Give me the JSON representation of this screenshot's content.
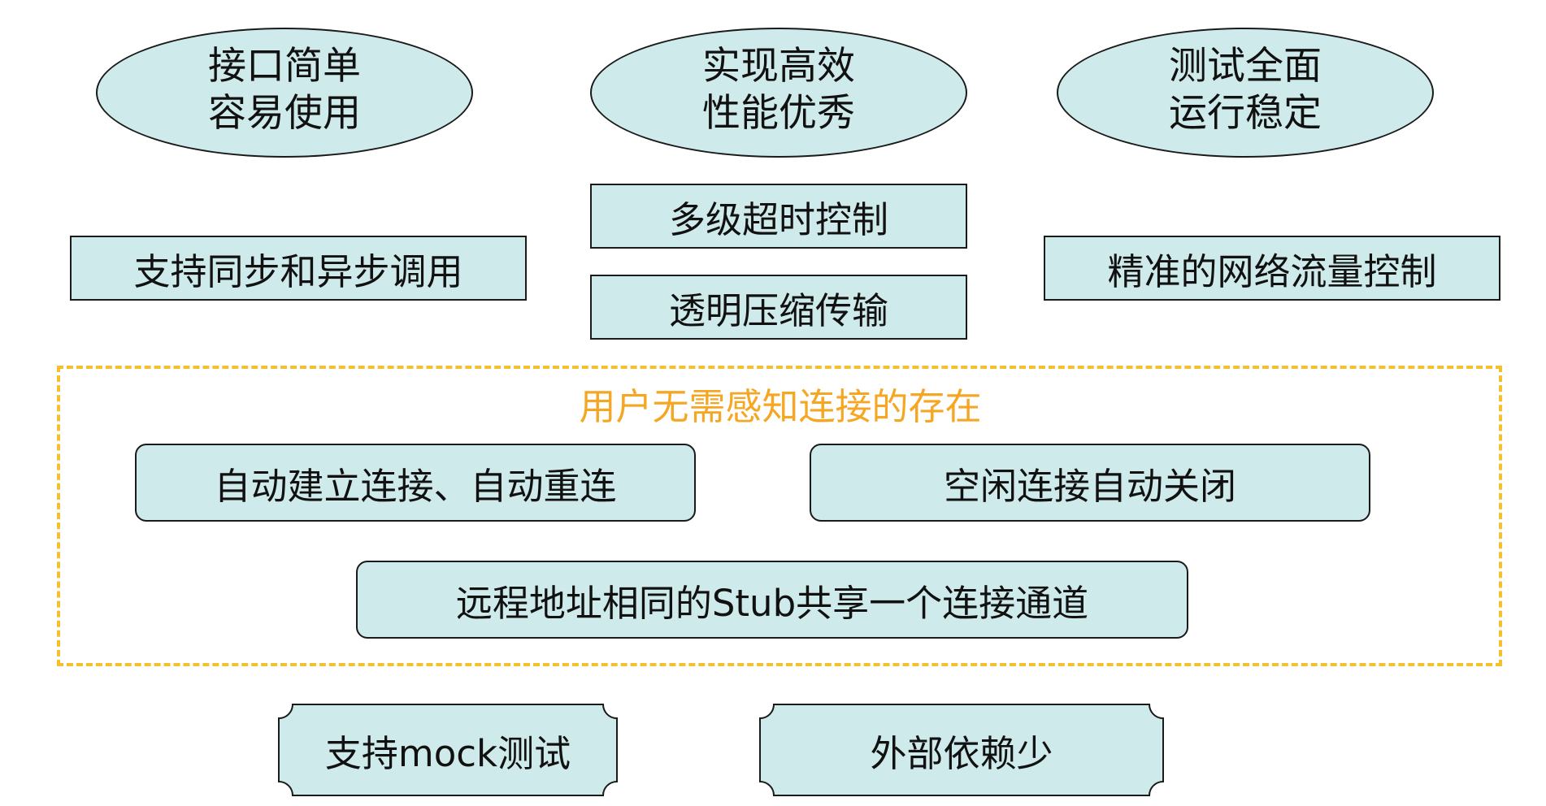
{
  "ellipses": [
    {
      "line1": "接口简单",
      "line2": "容易使用"
    },
    {
      "line1": "实现高效",
      "line2": "性能优秀"
    },
    {
      "line1": "测试全面",
      "line2": "运行稳定"
    }
  ],
  "rects": {
    "sync_async": "支持同步和异步调用",
    "timeout": "多级超时控制",
    "compression": "透明压缩传输",
    "traffic": "精准的网络流量控制"
  },
  "connection_group": {
    "title": "用户无需感知连接的存在",
    "auto_connect": "自动建立连接、自动重连",
    "idle_close": "空闲连接自动关闭",
    "shared_channel": "远程地址相同的Stub共享一个连接通道"
  },
  "bottom": {
    "mock": "支持mock测试",
    "deps": "外部依赖少"
  },
  "colors": {
    "fill": "#cfeaea",
    "stroke": "#1a1a1a",
    "dash_border": "#f5c02e",
    "dash_title": "#f5a623"
  }
}
